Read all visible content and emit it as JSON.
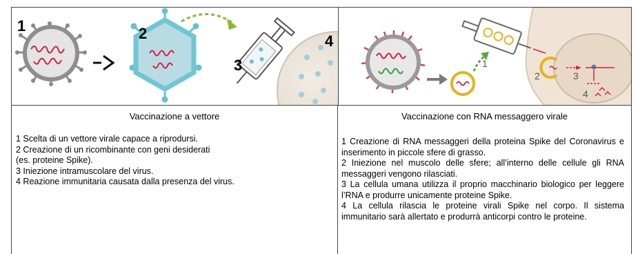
{
  "left": {
    "figure": {
      "step_numbers": [
        "1",
        "2",
        "3",
        "4"
      ]
    },
    "caption": "Vaccinazione a vettore",
    "lines": [
      "1 Scelta di un vettore virale capace a riprodursi.",
      "2 Creazione di un ricombinante con geni desiderati",
      "(es. proteine Spike).",
      "3 Iniezione intramuscolare del virus.",
      "4 Reazione immunitaria causata dalla presenza del virus."
    ]
  },
  "right": {
    "figure": {
      "step_numbers": [
        "1",
        "2",
        "3",
        "4"
      ]
    },
    "caption": "Vaccinazione con RNA messaggero virale",
    "paragraphs": [
      "1 Creazione di RNA messaggeri della proteina Spike del Coronavirus e inserimento in piccole sfere di grasso.",
      "2 Iniezione nel muscolo delle sfere; all’interno delle cellule gli RNA messaggeri vengono rilasciati.",
      "3 La cellula umana utilizza il proprio macchinario biologico per leggere l’RNA e produrre unicamente proteine Spike.",
      "4 La cellula rilascia le proteine virali Spike nel corpo. Il sistema immunitario sarà allertato e produrrà anticorpi contro le proteine."
    ]
  }
}
